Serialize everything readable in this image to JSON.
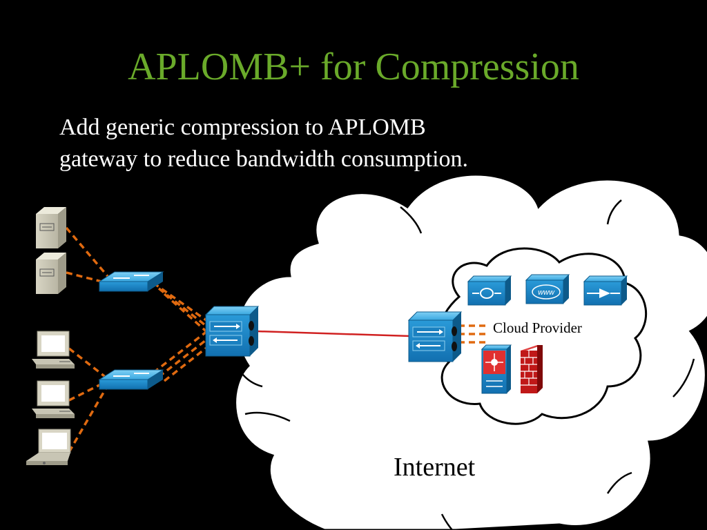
{
  "slide": {
    "title": "APLOMB+ for Compression",
    "subtitle_line1": "Add generic compression to APLOMB",
    "subtitle_line2": "gateway to reduce bandwidth consumption."
  },
  "diagram": {
    "internet_label": "Internet",
    "cloud_provider_label": "Cloud Provider"
  },
  "colors": {
    "title": "#6aaa2a",
    "dashed_link": "#e06a10",
    "wan_link": "#d02020",
    "device_blue": "#1d8ac8"
  }
}
